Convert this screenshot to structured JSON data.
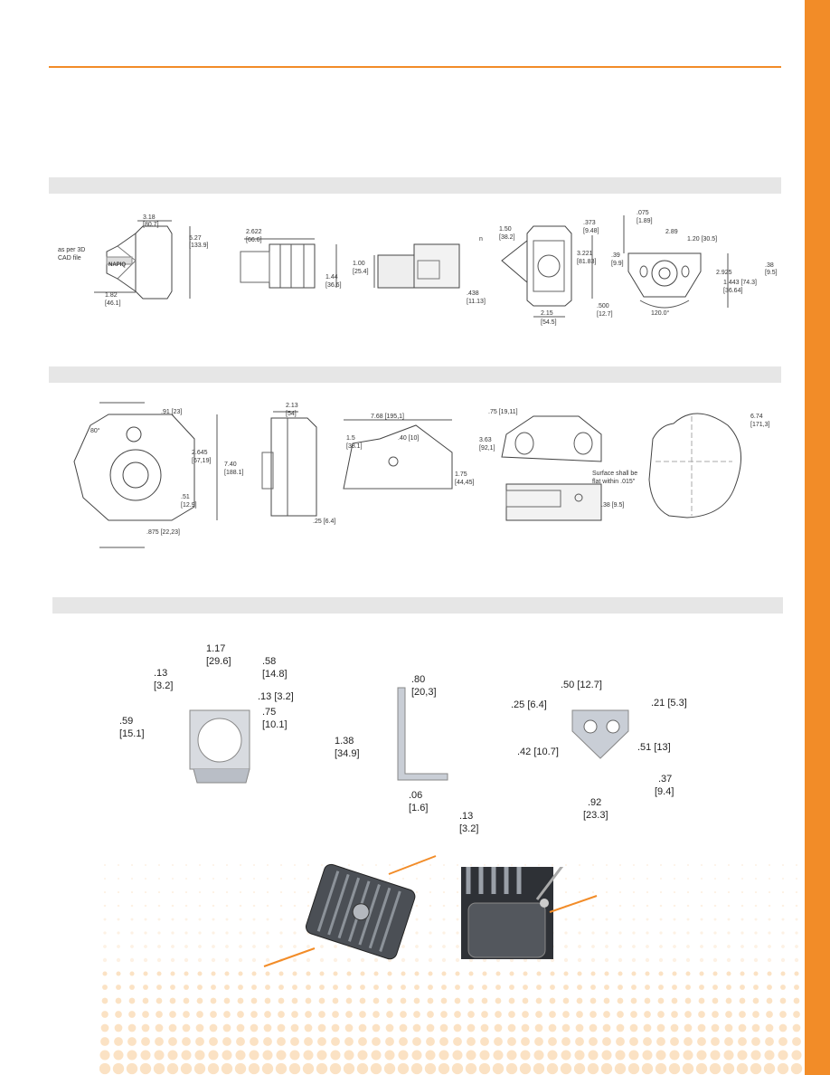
{
  "colors": {
    "accent": "#f28c28",
    "band": "#e6e6e6",
    "line": "#555555"
  },
  "section1": {
    "view1": {
      "width": "3.18",
      "width_mm": "[80.7]",
      "height": "5.27",
      "height_mm": "[133.9]",
      "note1": "as per 3D",
      "note2": "CAD file",
      "offset": "1.82",
      "offset_mm": "[46.1]",
      "logo": "NAPIQ"
    },
    "view2": {
      "width": "2.622",
      "width_mm": "[66.6]",
      "height": "1.44",
      "height_mm": "[36.6]"
    },
    "view3": {
      "height": "1.00",
      "height_mm": "[25.4]",
      "depth": ".438",
      "depth_mm": "[11.13]"
    },
    "view4": {
      "left": "1.50",
      "left_mm": "[38.2]",
      "top": ".373",
      "top_mm": "[9.48]",
      "mid": "3.221",
      "mid_mm": "[81.83]",
      "bottom": "2.15",
      "bottom_mm": "[54.5]",
      "right": ".500",
      "right_mm": "[12.7]",
      "aux": "n"
    },
    "view5": {
      "top": ".075",
      "top_mm": "[1.89]",
      "dia": "2.89",
      "dia2": "1.20 [30.5]",
      "left": ".39",
      "left_mm": "[9.9]",
      "r1": "2.925",
      "r2": ".38",
      "r2_mm": "[9.5]",
      "r3": "1.443 [74.3]",
      "r3_mm": "[36.64]",
      "angle": "120.0°"
    }
  },
  "section2": {
    "view1": {
      "hole": ".91 [23]",
      "angle": "80°",
      "w": "2.645",
      "w_mm": "[67,19]",
      "h": "7.40",
      "h_mm": "[188.1]",
      "r": ".51",
      "r_mm": "[12.9]",
      "bottom": ".875 [22,23]"
    },
    "view2": {
      "top": "2.13",
      "top_mm": "[54]",
      "bottom": ".25 [6.4]"
    },
    "view3": {
      "width": "7.68 [195,1]",
      "h1": "1.5",
      "h1_mm": "[38.1]",
      "hole": ".40 [10]",
      "h2": "1.75",
      "h2_mm": "[44,45]"
    },
    "view4": {
      "top": ".75 [19,11]",
      "h": "3.63",
      "h_mm": "[92,1]",
      "note1": "Surface shall be",
      "note2": "flat within .015\"",
      "bottom": ".38 [9.5]"
    },
    "view5": {
      "r": "6.74",
      "r_mm": "[171,3]"
    }
  },
  "section3": {
    "bracket1": {
      "w": "1.17",
      "w_mm": "[29.6]",
      "left": ".13",
      "left_mm": "[3.2]",
      "right": ".58",
      "right_mm": "[14.8]",
      "mid": ".13 [3.2]",
      "hole": ".75",
      "hole_mm": "[10.1]",
      "h": ".59",
      "h_mm": "[15.1]"
    },
    "bracket2": {
      "w": ".80",
      "w_mm": "[20,3]",
      "h": "1.38",
      "h_mm": "[34.9]",
      "t": ".06",
      "t_mm": "[1.6]",
      "foot": ".13",
      "foot_mm": "[3.2]"
    },
    "bracket3": {
      "top": ".50 [12.7]",
      "hole": ".25 [6.4]",
      "right": ".21 [5.3]",
      "h": ".42 [10.7]",
      "h2": ".51 [13]",
      "r": ".37",
      "r_mm": "[9.4]",
      "w": ".92",
      "w_mm": "[23.3]"
    }
  }
}
